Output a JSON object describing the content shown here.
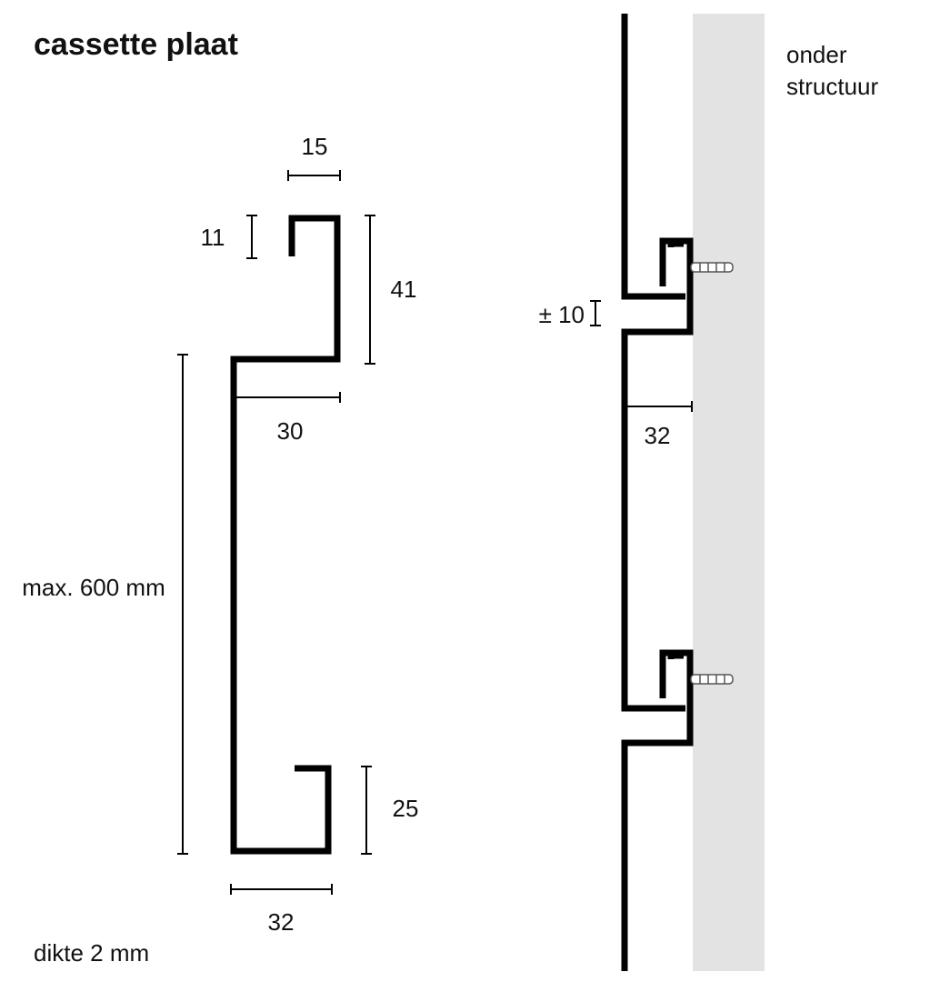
{
  "title": "cassette plaat",
  "thickness": "dikte 2 mm",
  "dimensions": {
    "top_lip_width": "15",
    "top_lip_height": "11",
    "top_flange_height": "41",
    "top_flange_depth": "30",
    "panel_height": "max. 600 mm",
    "bottom_flange_height": "25",
    "bottom_depth": "32"
  },
  "installed": {
    "substructure_label_line1": "onder",
    "substructure_label_line2": "structuur",
    "gap": "± 10",
    "depth": "32"
  },
  "colors": {
    "profile": "#000000",
    "substructure": "#e3e3e3",
    "screw": "#777777"
  }
}
